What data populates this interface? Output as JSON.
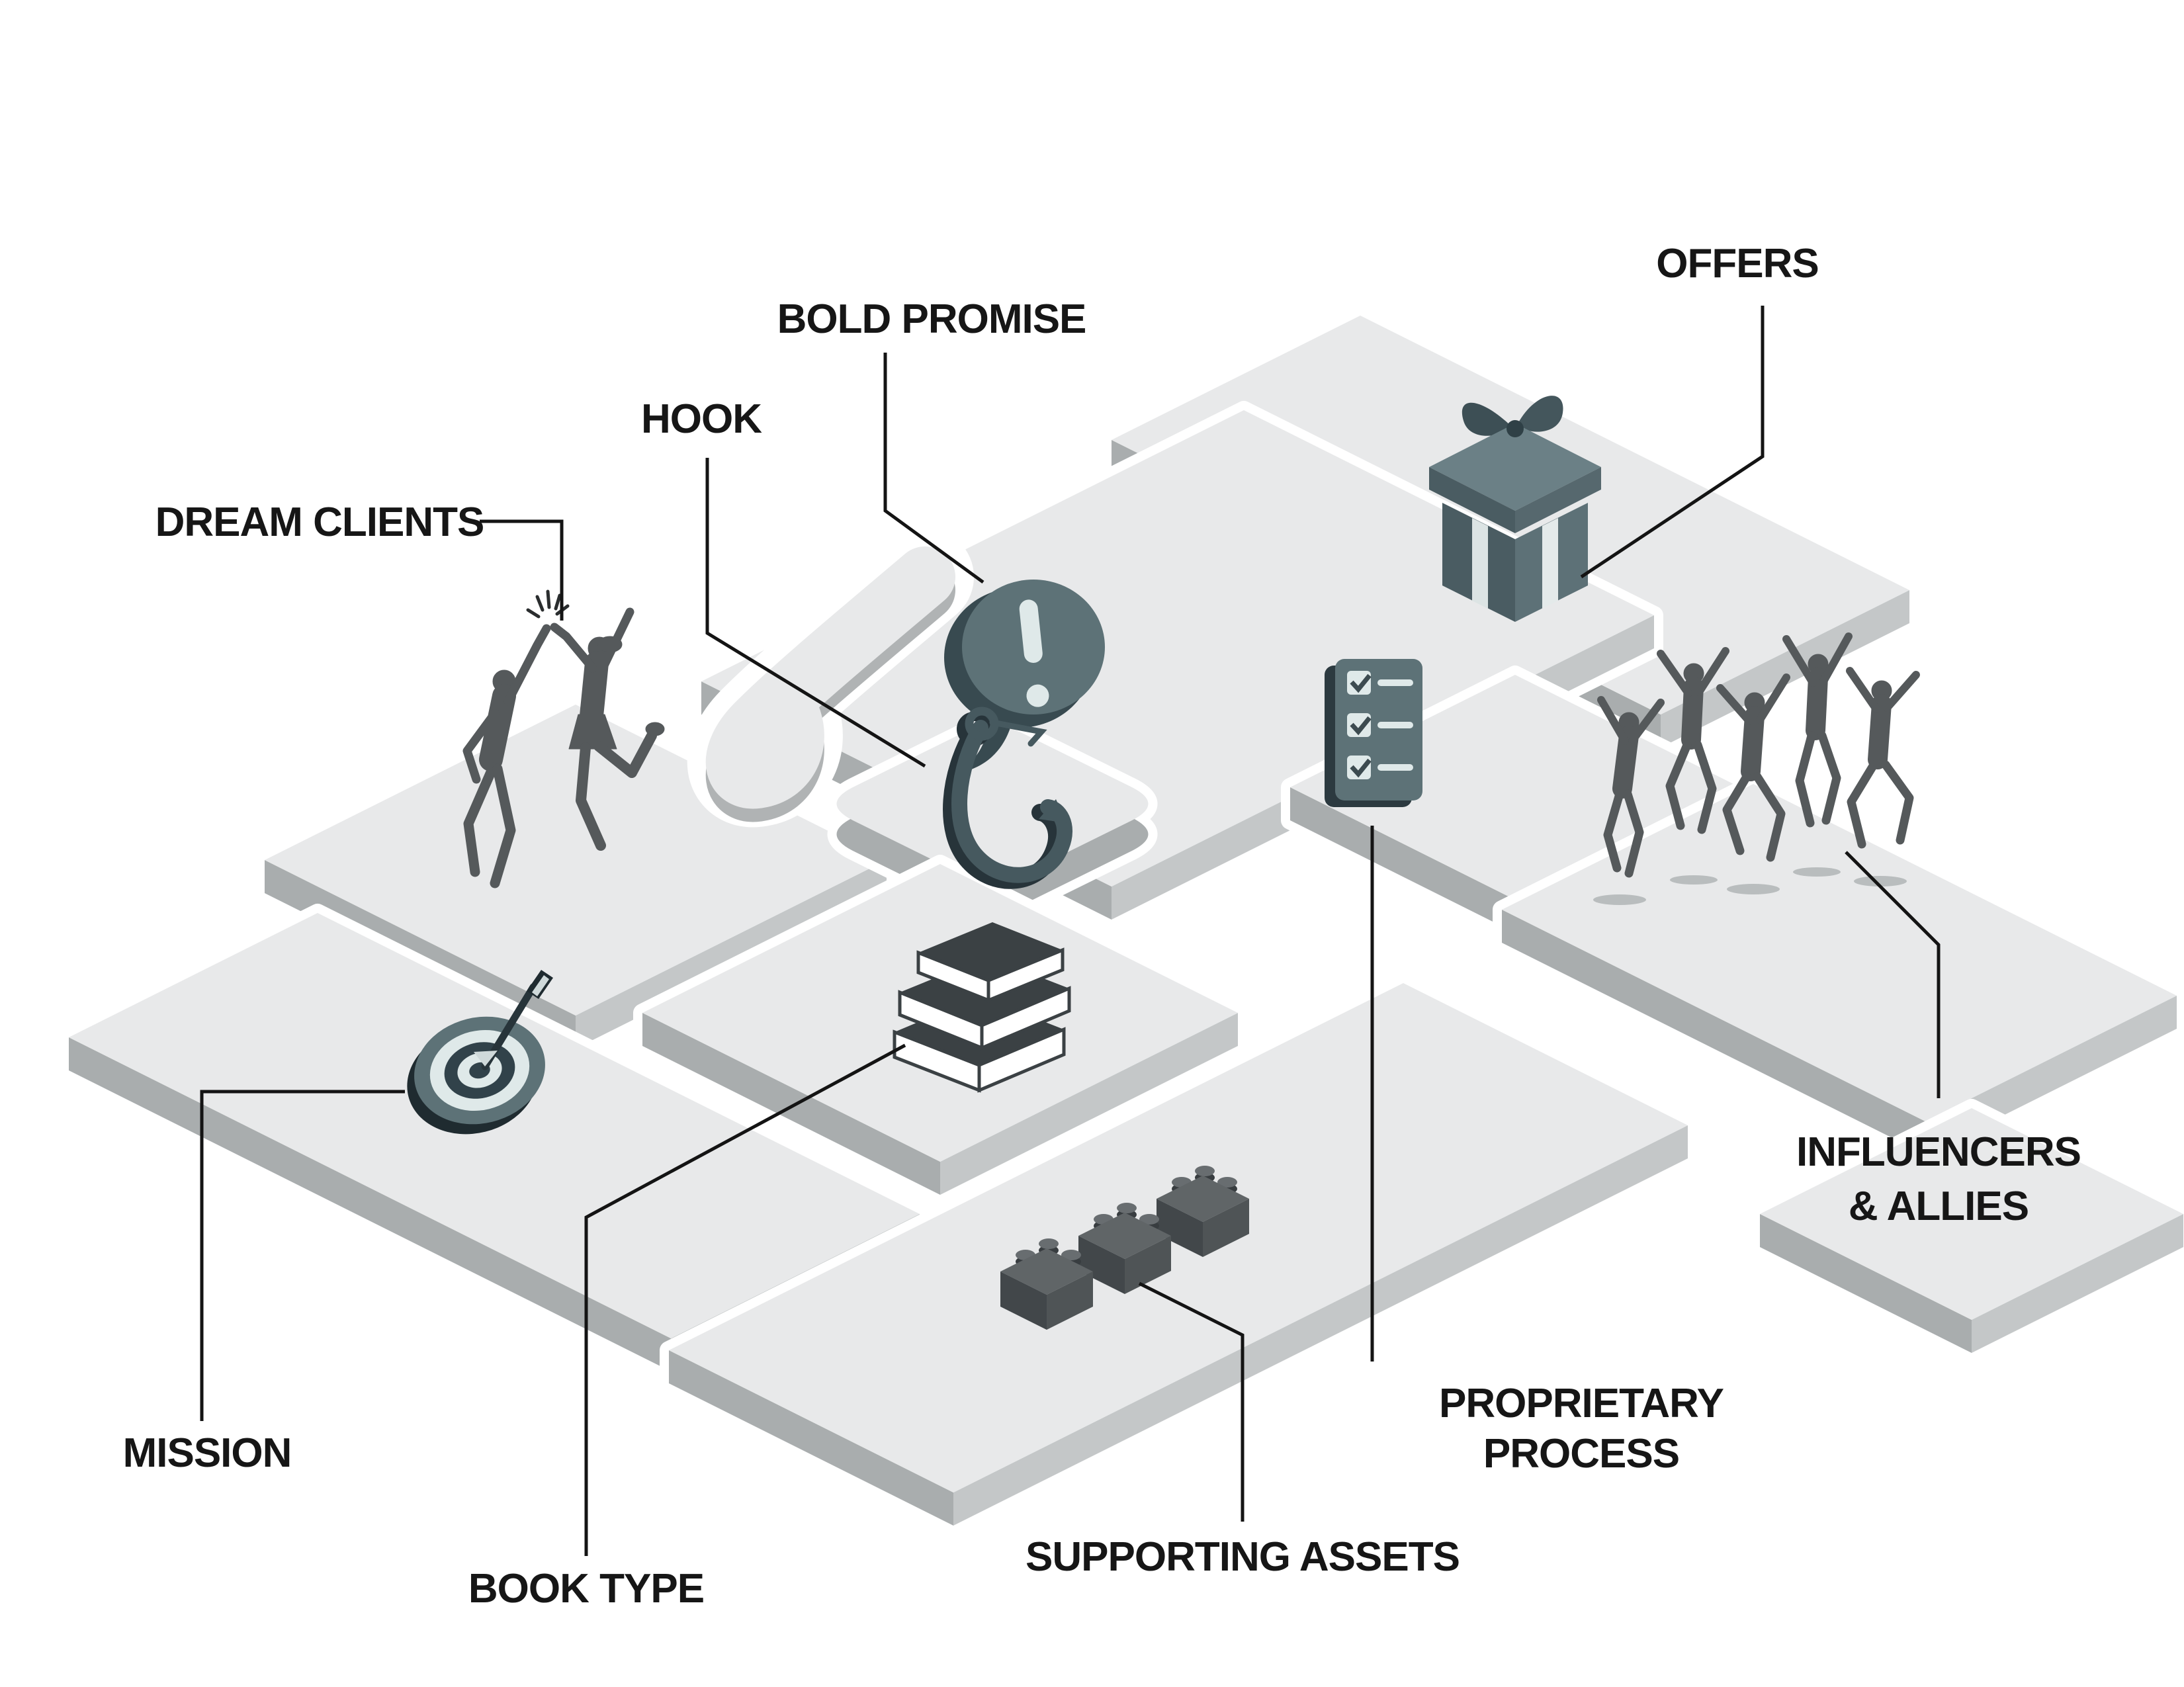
{
  "diagram": {
    "type": "isometric-infographic-board",
    "labels": {
      "bold_promise": "BOLD PROMISE",
      "offers": "OFFERS",
      "hook": "HOOK",
      "dream_clients": "DREAM CLIENTS",
      "mission": "MISSION",
      "book_type": "BOOK TYPE",
      "supporting_assets": "SUPPORTING ASSETS",
      "proprietary_line1": "PROPRIETARY",
      "proprietary_line2": "PROCESS",
      "influencers_line1": "INFLUENCERS",
      "influencers_line2": "& ALLIES"
    },
    "icons": [
      "speech-bubble-exclamation-icon",
      "gift-box-icon",
      "fish-hook-icon",
      "checklist-icon",
      "high-five-people-icon",
      "jumping-crowd-icon",
      "target-dart-icon",
      "book-stack-icon",
      "lego-bricks-icon"
    ],
    "colors": {
      "bg": "#ffffff",
      "tile-top": "#e8e9ea",
      "tile-side-l": "#a9adae",
      "tile-side-r": "#c4c7c8",
      "label": "#161616",
      "line": "#141414",
      "icon-dark": "#2f4046",
      "icon-mid": "#5d7277",
      "icon-deep": "#384a50",
      "icon-light": "#dfe9e9",
      "silhouette": "#55595b",
      "book-ink": "#3b4144"
    }
  }
}
